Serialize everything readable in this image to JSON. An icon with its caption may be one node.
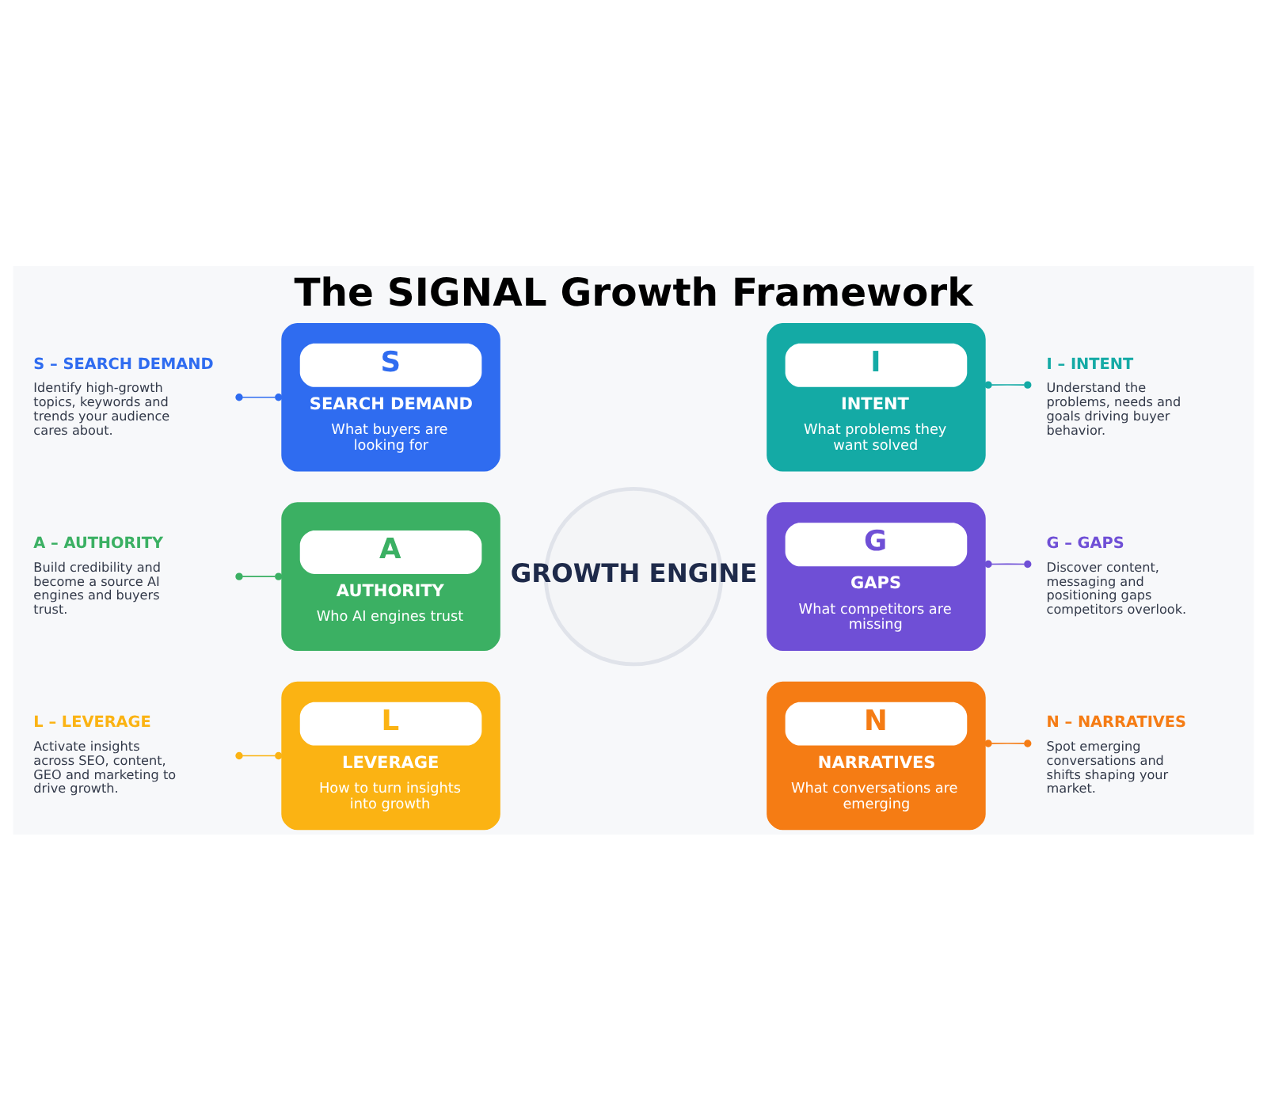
{
  "diagram": {
    "title": "The SIGNAL Growth Framework",
    "nodes": [
      {
        "text": [
          "GROWTH ENGINE"
        ]
      },
      {
        "text": [
          "S",
          "SEARCH DEMAND",
          "What buyers are looking for"
        ]
      },
      {
        "text": [
          "I",
          "INTENT",
          "What problems they want solved"
        ]
      },
      {
        "text": [
          "G",
          "GAPS",
          "What competitors are missing"
        ]
      },
      {
        "text": [
          "N",
          "NARRATIVES",
          "What conversations are emerging"
        ]
      },
      {
        "text": [
          "A",
          "AUTHORITY",
          "Who AI engines trust"
        ]
      },
      {
        "text": [
          "L",
          "LEVERAGE",
          "How to turn insights into growth"
        ]
      },
      {
        "text": [
          "S – SEARCH DEMAND",
          "Identify high-growth topics, keywords and trends your audience cares about."
        ]
      },
      {
        "text": [
          "I – INTENT",
          "Understand the problems, needs and goals driving buyer behavior."
        ]
      },
      {
        "text": [
          "L – LEVERAGE",
          "Activate insights across SEO, content, GEO and marketing to drive growth."
        ]
      },
      {
        "text": [
          "G – GAPS",
          "Discover content, messaging and positioning gaps competitors overlook."
        ]
      },
      {
        "text": [
          "A – AUTHORITY",
          "Build credibility and become a source AI engines and buyers trust."
        ]
      },
      {
        "text": [
          "N – NARRATIVES",
          "Spot emerging conversations and shifts shaping your market."
        ]
      }
    ],
    "edges": [
      {
        "from": 7,
        "to": 1,
        "arrow": "other",
        "color": "#2f6cf0"
      },
      {
        "from": 8,
        "to": 2,
        "arrow": "other",
        "color": "#14aaa5"
      },
      {
        "from": 9,
        "to": 6,
        "arrow": "other",
        "color": "#fbb313"
      },
      {
        "from": 10,
        "to": 3,
        "arrow": "other",
        "color": "#6f4fd6"
      },
      {
        "from": 11,
        "to": 5,
        "arrow": "other",
        "color": "#3bb063"
      },
      {
        "from": 12,
        "to": 4,
        "arrow": "other",
        "color": "#f57c14"
      }
    ]
  }
}
